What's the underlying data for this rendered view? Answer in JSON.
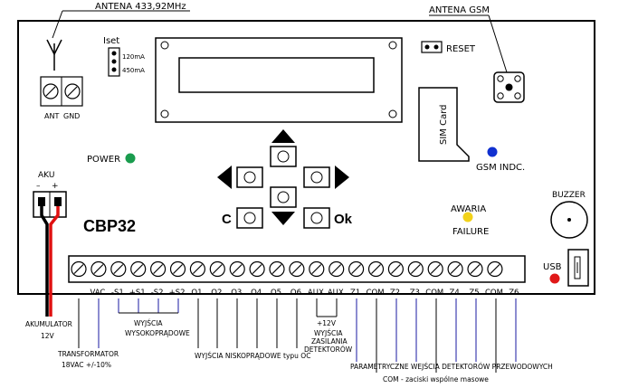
{
  "antenna_label": "ANTENA 433,92MHz",
  "antenna_gsm_label": "ANTENA GSM",
  "iset": {
    "title": "Iset",
    "opt1": "120mA",
    "opt2": "450mA"
  },
  "ant_terminals": [
    "ANT",
    "GND"
  ],
  "reset_label": "RESET",
  "sim_label": "SIM Card",
  "power_label": "POWER",
  "gsm_indicator_label": "GSM INDC.",
  "aku": {
    "title": "AKU",
    "minus": "–",
    "plus": "+"
  },
  "model": "CBP32",
  "keys": {
    "c": "C",
    "ok": "Ok"
  },
  "awaria": "AWARIA",
  "failure": "FAILURE",
  "buzzer": "BUZZER",
  "usb": "USB",
  "terminal_labels": [
    "VAC",
    "-S1",
    "+S1",
    "-S2",
    "+S2",
    "O1",
    "O2",
    "O3",
    "O4",
    "O5",
    "O6",
    "AUX",
    "AUX",
    "Z1",
    "COM",
    "Z2",
    "Z3",
    "COM",
    "Z4",
    "Z5",
    "COM",
    "Z6"
  ],
  "notes": {
    "akumulator": "AKUMULATOR",
    "akumulator_v": "12V",
    "transformator": "TRANSFORMATOR",
    "transformator_v": "18VAC   +/-10%",
    "wyjscia": "WYJŚCIA",
    "wysokopradowe": "WYSOKOPRĄDOWE",
    "niskopradowe": "WYJŚCIA NISKOPRĄDOWE typu OC",
    "aux_v": "+12V",
    "aux_1": "WYJŚCIA",
    "aux_2": "ZASILANIA",
    "aux_3": "DETEKTORÓW",
    "inputs": "PARAMETRYCZNE WEJŚCIA DETEKTORÓW PRZEWODOWYCH",
    "com": "COM - zaciski wspólne masowe"
  },
  "colors": {
    "power_led": "#1a9c4e",
    "gsm_led": "#1030d0",
    "awaria_led": "#f2d21a",
    "usb_led": "#e01818",
    "wire_red": "#e01010",
    "wire_black": "#000000",
    "guide_blue": "#1a1aa0"
  }
}
